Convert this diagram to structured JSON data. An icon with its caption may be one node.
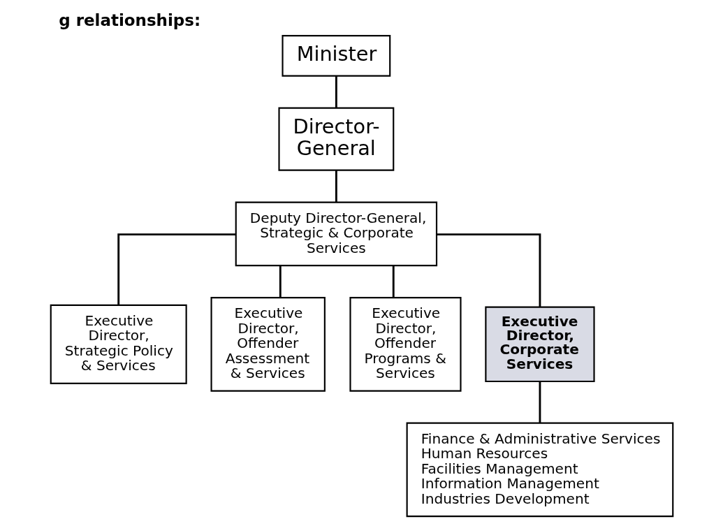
{
  "diagram": {
    "title": "g relationships:",
    "nodes": [
      {
        "text": [
          "Minister"
        ]
      },
      {
        "text": [
          "Director-General"
        ]
      },
      {
        "text": [
          "Deputy Director-General, Strategic & Corporate Services"
        ]
      },
      {
        "text": [
          "Executive Director, Strategic Policy & Services"
        ]
      },
      {
        "text": [
          "Executive Director, Offender Assessment & Services"
        ]
      },
      {
        "text": [
          "Executive Director, Offender Programs & Services"
        ]
      },
      {
        "text": [
          "Executive Director, Corporate Services"
        ]
      },
      {
        "text": [
          "Finance & Administrative Services",
          "Human Resources",
          "Facilities Management",
          "Information Management",
          "Industries Development"
        ]
      }
    ],
    "edges": [
      {
        "from": 0,
        "to": 1,
        "arrow": "none"
      },
      {
        "from": 1,
        "to": 2,
        "arrow": "none"
      },
      {
        "from": 2,
        "to": 3,
        "arrow": "none"
      },
      {
        "from": 2,
        "to": 4,
        "arrow": "none"
      },
      {
        "from": 2,
        "to": 5,
        "arrow": "none"
      },
      {
        "from": 2,
        "to": 6,
        "arrow": "none"
      },
      {
        "from": 6,
        "to": 7,
        "arrow": "none"
      }
    ]
  }
}
